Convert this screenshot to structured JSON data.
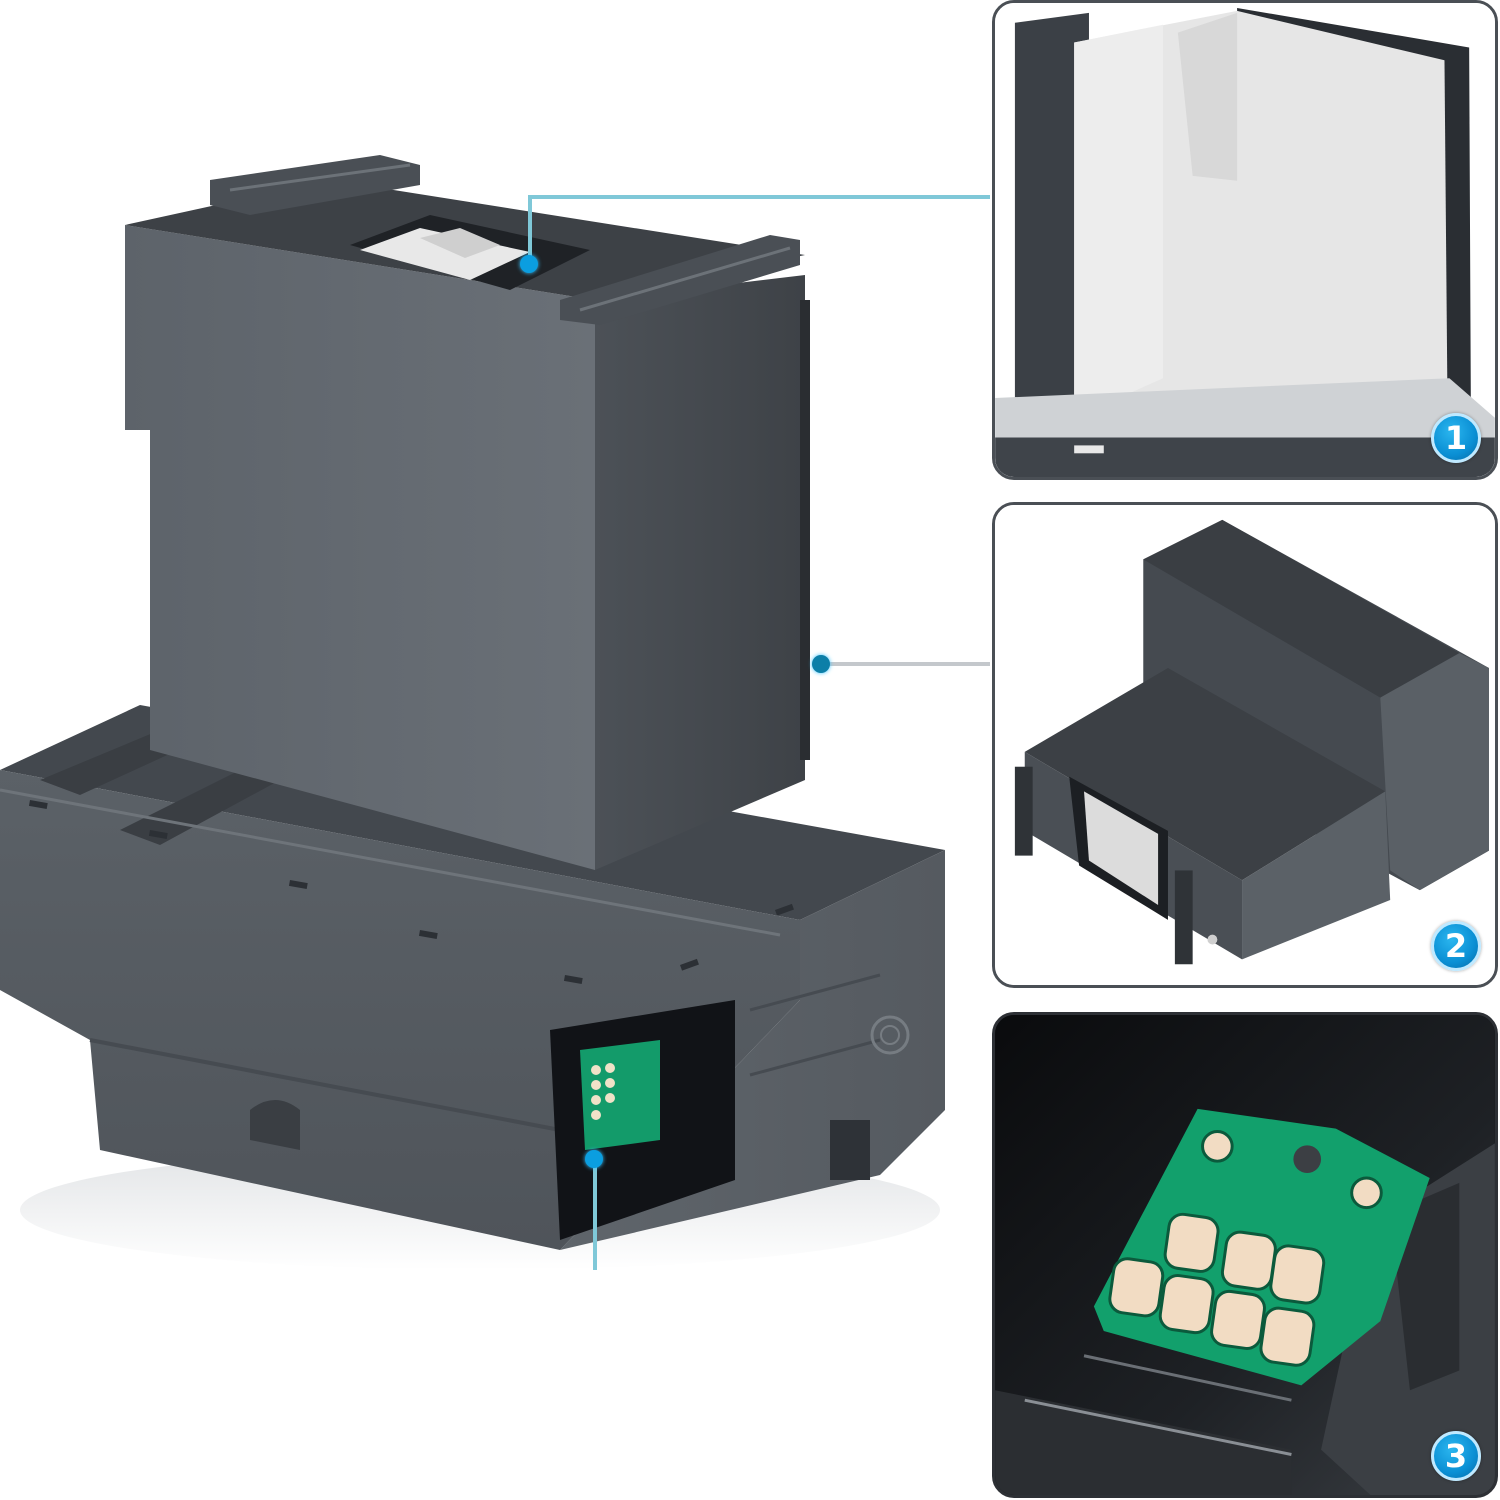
{
  "image": {
    "subject": "Printer ink maintenance box (waste ink tank) with chip",
    "background_color": "#ffffff",
    "product_color": "#555b62",
    "accent_color": "#0a8fd4",
    "connector_color": "#7fc8d8"
  },
  "callouts": [
    {
      "number": "1",
      "label": "absorbent-sponge-detail"
    },
    {
      "number": "2",
      "label": "bottom-view-detail"
    },
    {
      "number": "3",
      "label": "chip-detail"
    }
  ],
  "chip": {
    "board_color": "#12a06c",
    "contact_color": "#f3e2c9",
    "contacts_top_row": 3,
    "contacts_bottom_row": 4
  }
}
